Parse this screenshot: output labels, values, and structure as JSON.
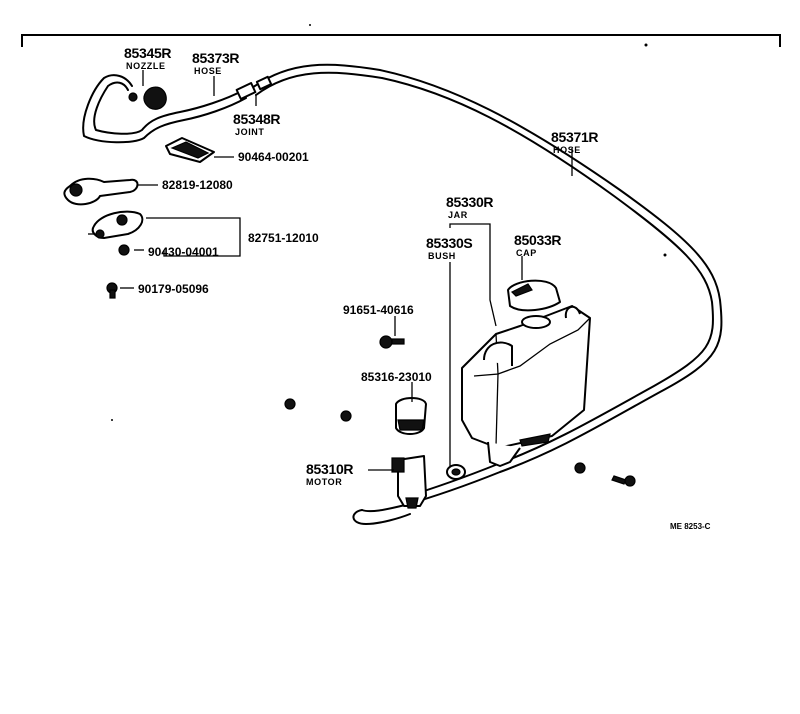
{
  "parts": [
    {
      "id": "nozzle",
      "number": "85345R",
      "name": "NOZZLE"
    },
    {
      "id": "hose_short",
      "number": "85373R",
      "name": "HOSE"
    },
    {
      "id": "joint",
      "number": "85348R",
      "name": "JOINT"
    },
    {
      "id": "hose_long",
      "number": "85371R",
      "name": "HOSE"
    },
    {
      "id": "jar",
      "number": "85330R",
      "name": "JAR"
    },
    {
      "id": "bush",
      "number": "85330S",
      "name": "BUSH"
    },
    {
      "id": "cap",
      "number": "85033R",
      "name": "CAP"
    },
    {
      "id": "motor",
      "number": "85310R",
      "name": "MOTOR"
    }
  ],
  "part_numbers": [
    "90464-00201",
    "82819-12080",
    "82751-12010",
    "90430-04001",
    "90179-05096",
    "91651-40616",
    "85316-23010"
  ],
  "figure_code": "ME 8253-C"
}
